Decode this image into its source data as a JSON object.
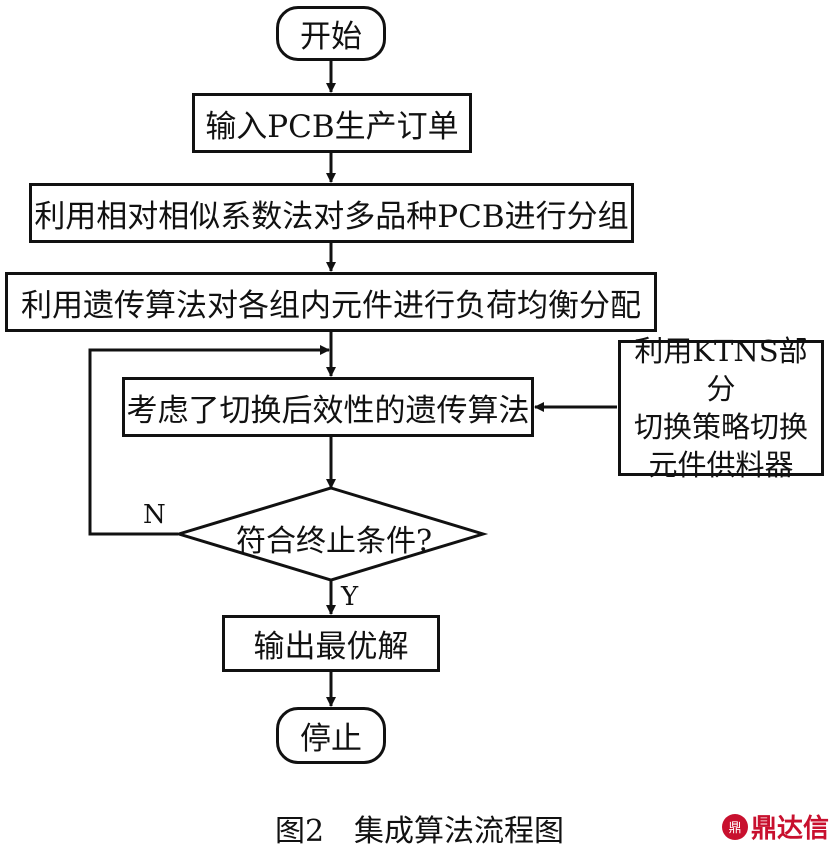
{
  "nodes": {
    "start": "开始",
    "input": "输入PCB生产订单",
    "group": "利用相对相似系数法对多品种PCB进行分组",
    "balance": "利用遗传算法对各组内元件进行负荷均衡分配",
    "ga": "考虑了切换后效性的遗传算法",
    "decision": "符合终止条件?",
    "output": "输出最优解",
    "stop": "停止",
    "side_lines": [
      "利用KTNS部分",
      "切换策略切换",
      "元件供料器"
    ]
  },
  "labels": {
    "no": "N",
    "yes": "Y"
  },
  "caption": "图2　集成算法流程图",
  "watermark": {
    "mark": "鼎",
    "text": "鼎达信"
  }
}
